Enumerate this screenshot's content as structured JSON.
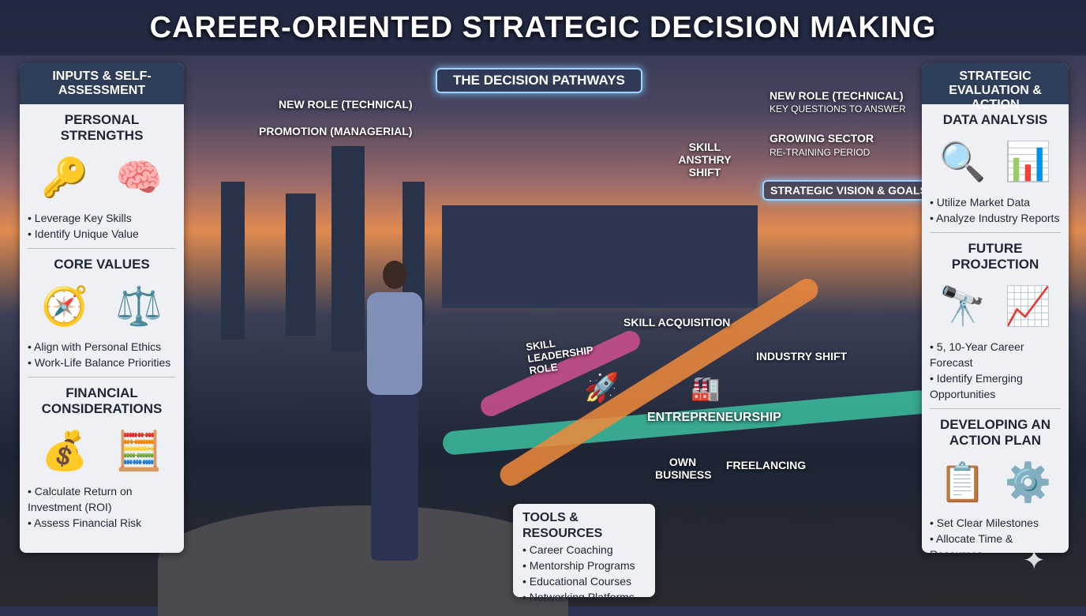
{
  "title": "CAREER-ORIENTED STRATEGIC DECISION MAKING",
  "left_panel": {
    "header": "INPUTS & SELF-ASSESSMENT",
    "sections": [
      {
        "title": "PERSONAL STRENGTHS",
        "icons": [
          "key-icon",
          "brain-icon"
        ],
        "items": [
          "Leverage Key Skills",
          "Identify Unique Value"
        ]
      },
      {
        "title": "CORE VALUES",
        "icons": [
          "compass-icon",
          "scales-icon"
        ],
        "items": [
          "Align with Personal Ethics",
          "Work-Life Balance Priorities"
        ]
      },
      {
        "title": "FINANCIAL CONSIDERATIONS",
        "icons": [
          "coins-icon",
          "calculator-icon"
        ],
        "items": [
          "Calculate Return on Investment (ROI)",
          "Assess Financial Risk"
        ]
      }
    ]
  },
  "right_panel": {
    "header": "STRATEGIC EVALUATION & ACTION",
    "sections": [
      {
        "title": "DATA ANALYSIS",
        "icons": [
          "magnifier-chart-icon",
          "bar-chart-icon"
        ],
        "items": [
          "Utilize Market Data",
          "Analyze Industry Reports"
        ]
      },
      {
        "title": "FUTURE PROJECTION",
        "icons": [
          "telescope-icon",
          "timeline-icon"
        ],
        "items": [
          "5, 10-Year Career Forecast",
          "Identify Emerging Opportunities"
        ]
      },
      {
        "title": "DEVELOPING AN ACTION PLAN",
        "icons": [
          "checklist-icon",
          "gears-icon"
        ],
        "items": [
          "Set Clear Milestones",
          "Allocate Time & Resources"
        ]
      }
    ]
  },
  "pathways": {
    "title": "THE DECISION PATHWAYS",
    "left1": "NEW ROLE (TECHNICAL)",
    "left2": "PROMOTION (MANAGERIAL)",
    "center": "SKILL ANSTHRY SHIFT",
    "right1": "NEW ROLE (TECHNICAL)",
    "right1_sub": "KEY QUESTIONS TO ANSWER",
    "right2": "GROWING SECTOR",
    "right2_sub": "RE-TRAINING PERIOD"
  },
  "vision": "STRATEGIC VISION & GOALS",
  "roads": {
    "skill_acq": "SKILL ACQUISITION",
    "leadership": "SKILL LEADERSHIP ROLE",
    "industry": "INDUSTRY SHIFT",
    "entre": "ENTREPRENEURSHIP",
    "own": "OWN BUSINESS",
    "free": "FREELANCING"
  },
  "tools": {
    "title": "TOOLS & RESOURCES",
    "items": [
      "Career Coaching",
      "Mentorship Programs",
      "Educational Courses",
      "Networking Platforms"
    ]
  },
  "colors": {
    "panel_header": "#2e3d58",
    "panel_bg": "#eef0f3",
    "road_pink": "#d0508f",
    "road_orange": "#f08a3c",
    "road_teal": "#3cc0a0"
  }
}
